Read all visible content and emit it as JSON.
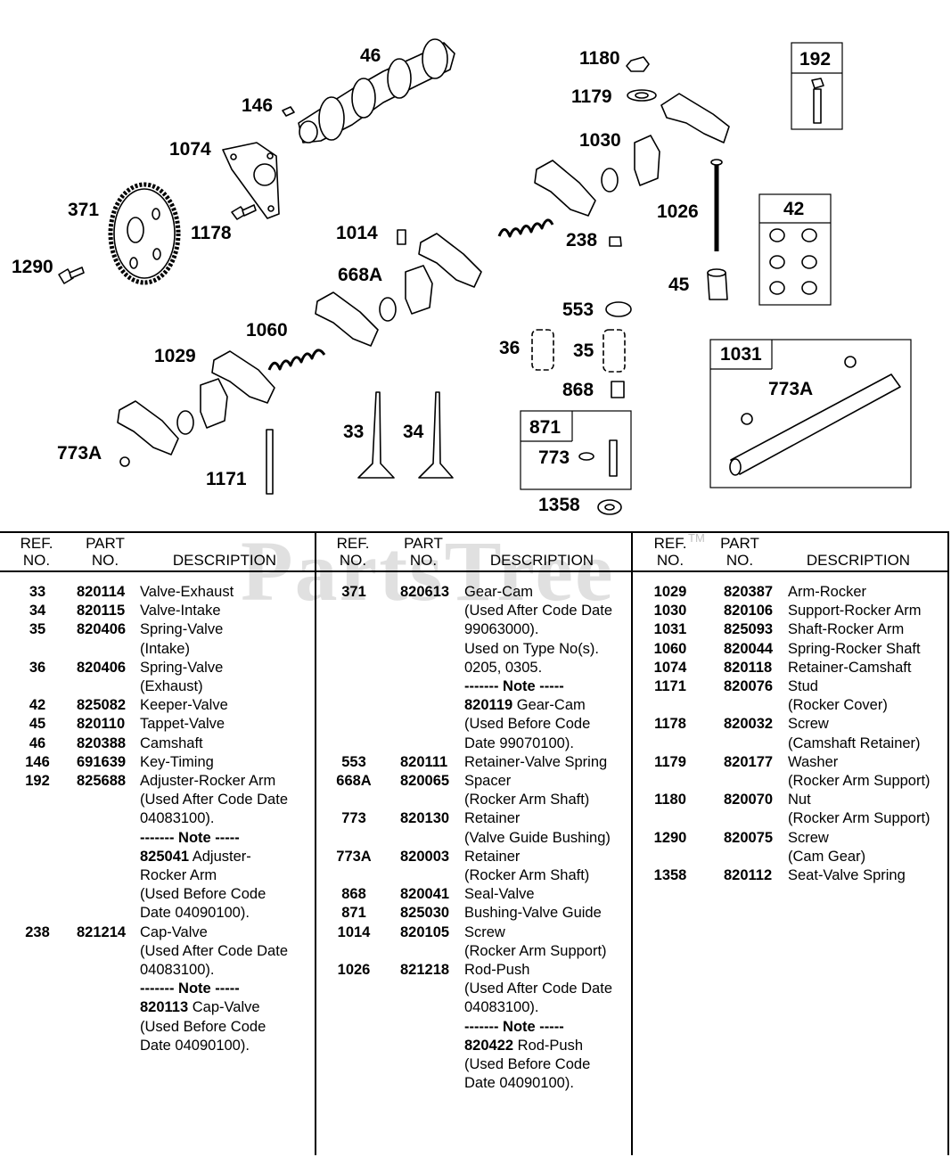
{
  "callouts": [
    "46",
    "146",
    "1074",
    "371",
    "1178",
    "1290",
    "1180",
    "1179",
    "1030",
    "192",
    "1026",
    "42",
    "1014",
    "668A",
    "238",
    "45",
    "1060",
    "553",
    "1029",
    "36",
    "35",
    "868",
    "1031",
    "773A",
    "871",
    "773",
    "33",
    "34",
    "773A",
    "1171",
    "1358"
  ],
  "watermark": "PartsTree",
  "watermark_tm": "TM",
  "headers": {
    "ref": "REF.",
    "ref2": "NO.",
    "part": "PART",
    "part2": "NO.",
    "desc": "DESCRIPTION"
  },
  "columns": [
    [
      {
        "ref": "33",
        "part": "820114",
        "desc": [
          "Valve-Exhaust"
        ]
      },
      {
        "ref": "34",
        "part": "820115",
        "desc": [
          "Valve-Intake"
        ]
      },
      {
        "ref": "35",
        "part": "820406",
        "desc": [
          "Spring-Valve",
          "(Intake)"
        ]
      },
      {
        "ref": "36",
        "part": "820406",
        "desc": [
          "Spring-Valve",
          "(Exhaust)"
        ]
      },
      {
        "ref": "42",
        "part": "825082",
        "desc": [
          "Keeper-Valve"
        ]
      },
      {
        "ref": "45",
        "part": "820110",
        "desc": [
          "Tappet-Valve"
        ]
      },
      {
        "ref": "46",
        "part": "820388",
        "desc": [
          "Camshaft"
        ]
      },
      {
        "ref": "146",
        "part": "691639",
        "desc": [
          "Key-Timing"
        ]
      },
      {
        "ref": "192",
        "part": "825688",
        "desc": [
          "Adjuster-Rocker Arm",
          "(Used After Code Date",
          "04083100).",
          "------- Note -----",
          "825041 Adjuster-",
          "Rocker Arm",
          "(Used Before Code",
          "Date 04090100)."
        ]
      },
      {
        "ref": "238",
        "part": "821214",
        "desc": [
          "Cap-Valve",
          "(Used After Code Date",
          "04083100).",
          "------- Note -----",
          "820113 Cap-Valve",
          "(Used Before Code",
          "Date 04090100)."
        ]
      }
    ],
    [
      {
        "ref": "371",
        "part": "820613",
        "desc": [
          "Gear-Cam",
          "(Used After Code Date",
          "99063000).",
          "Used on Type No(s).",
          "0205, 0305.",
          "------- Note -----",
          "820119 Gear-Cam",
          "(Used Before Code",
          "Date 99070100)."
        ]
      },
      {
        "ref": "553",
        "part": "820111",
        "desc": [
          "Retainer-Valve Spring"
        ]
      },
      {
        "ref": "668A",
        "part": "820065",
        "desc": [
          "Spacer",
          "(Rocker Arm Shaft)"
        ]
      },
      {
        "ref": "773",
        "part": "820130",
        "desc": [
          "Retainer",
          "(Valve Guide Bushing)"
        ]
      },
      {
        "ref": "773A",
        "part": "820003",
        "desc": [
          "Retainer",
          "(Rocker Arm Shaft)"
        ]
      },
      {
        "ref": "868",
        "part": "820041",
        "desc": [
          "Seal-Valve"
        ]
      },
      {
        "ref": "871",
        "part": "825030",
        "desc": [
          "Bushing-Valve Guide"
        ]
      },
      {
        "ref": "1014",
        "part": "820105",
        "desc": [
          "Screw",
          "(Rocker Arm Support)"
        ]
      },
      {
        "ref": "1026",
        "part": "821218",
        "desc": [
          "Rod-Push",
          "(Used After Code Date",
          "04083100).",
          "------- Note -----",
          "820422 Rod-Push",
          "(Used Before Code",
          "Date 04090100)."
        ]
      }
    ],
    [
      {
        "ref": "1029",
        "part": "820387",
        "desc": [
          "Arm-Rocker"
        ]
      },
      {
        "ref": "1030",
        "part": "820106",
        "desc": [
          "Support-Rocker Arm"
        ]
      },
      {
        "ref": "1031",
        "part": "825093",
        "desc": [
          "Shaft-Rocker Arm"
        ]
      },
      {
        "ref": "1060",
        "part": "820044",
        "desc": [
          "Spring-Rocker Shaft"
        ]
      },
      {
        "ref": "1074",
        "part": "820118",
        "desc": [
          "Retainer-Camshaft"
        ]
      },
      {
        "ref": "1171",
        "part": "820076",
        "desc": [
          "Stud",
          "(Rocker Cover)"
        ]
      },
      {
        "ref": "1178",
        "part": "820032",
        "desc": [
          "Screw",
          "(Camshaft Retainer)"
        ]
      },
      {
        "ref": "1179",
        "part": "820177",
        "desc": [
          "Washer",
          "(Rocker Arm Support)"
        ]
      },
      {
        "ref": "1180",
        "part": "820070",
        "desc": [
          "Nut",
          "(Rocker Arm Support)"
        ]
      },
      {
        "ref": "1290",
        "part": "820075",
        "desc": [
          "Screw",
          "(Cam Gear)"
        ]
      },
      {
        "ref": "1358",
        "part": "820112",
        "desc": [
          "Seat-Valve Spring"
        ]
      }
    ]
  ]
}
